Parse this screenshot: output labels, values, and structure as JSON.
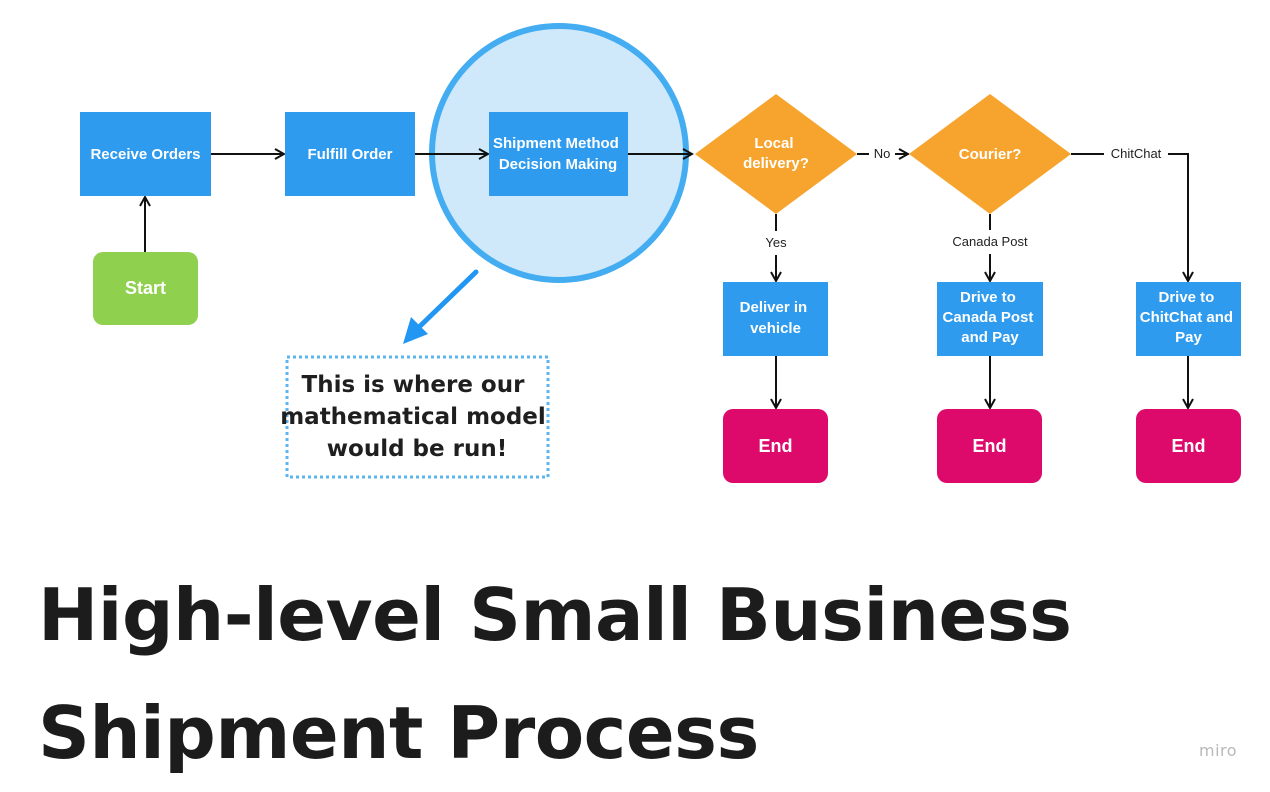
{
  "diagram": {
    "nodes": {
      "receive_orders": "Receive Orders",
      "fulfill_order": "Fulfill Order",
      "shipment_method": [
        "Shipment Method",
        "Decision Making"
      ],
      "start": "Start",
      "local_delivery": [
        "Local",
        "delivery?"
      ],
      "courier": "Courier?",
      "deliver_vehicle": [
        "Deliver in",
        "vehicle"
      ],
      "drive_canada_post": [
        "Drive to",
        "Canada Post",
        "and Pay"
      ],
      "drive_chitchat": [
        "Drive to",
        "ChitChat and",
        "Pay"
      ],
      "end_1": "End",
      "end_2": "End",
      "end_3": "End"
    },
    "edges": {
      "no": "No",
      "yes": "Yes",
      "canada_post": "Canada Post",
      "chitchat": "ChitChat"
    },
    "note": [
      "This is where our",
      "mathematical model",
      "would be run!"
    ]
  },
  "title": {
    "line1": "High-level Small Business",
    "line2": "Shipment Process"
  },
  "watermark": "miro",
  "colors": {
    "process_blue": "#2f9bef",
    "start_green": "#8fd14f",
    "decision_orange": "#f7a42f",
    "end_magenta": "#dd0a6b",
    "highlight_fill": "#cfe9fb",
    "highlight_stroke": "#44adf2",
    "arrow": "#111111"
  }
}
